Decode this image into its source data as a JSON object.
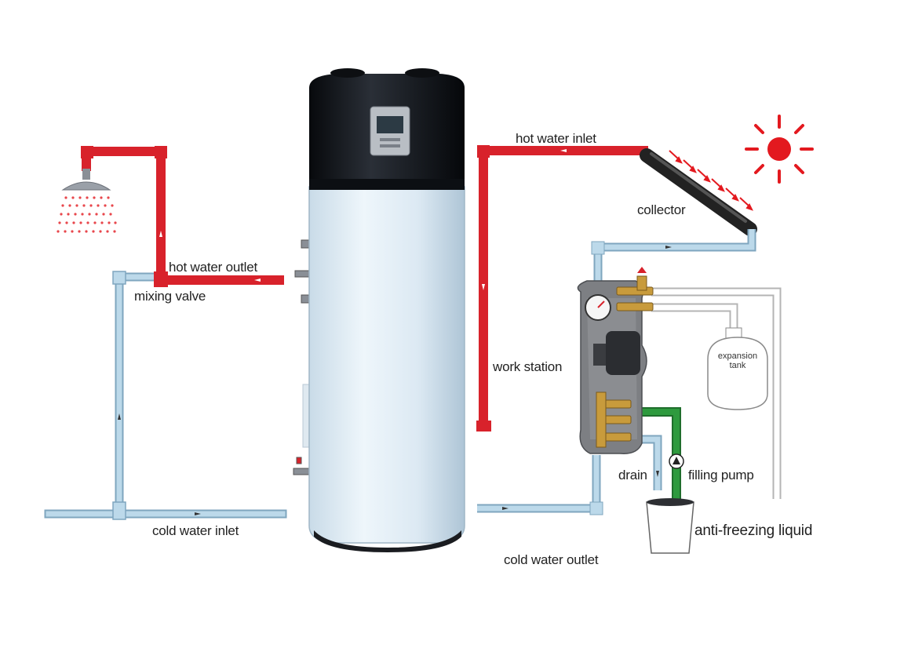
{
  "labels": {
    "hot_water_outlet": "hot water outlet",
    "mixing_valve": "mixing valve",
    "cold_water_inlet": "cold water inlet",
    "hot_water_inlet": "hot water inlet",
    "collector": "collector",
    "work_station": "work station",
    "expansion_tank_line1": "expansion",
    "expansion_tank_line2": "tank",
    "drain": "drain",
    "filling_pump": "filling pump",
    "anti_freezing_liquid": "anti-freezing liquid",
    "cold_water_outlet": "cold water outlet"
  },
  "colors": {
    "hot_pipe": "#d8222b",
    "cold_pipe": "#bcd9ea",
    "cold_pipe_edge": "#7fa6bf",
    "glycol_pipe": "#2e9a3e",
    "sun": "#e3191f",
    "tank_body": "#e6f1f8",
    "tank_top": "#14171c"
  }
}
